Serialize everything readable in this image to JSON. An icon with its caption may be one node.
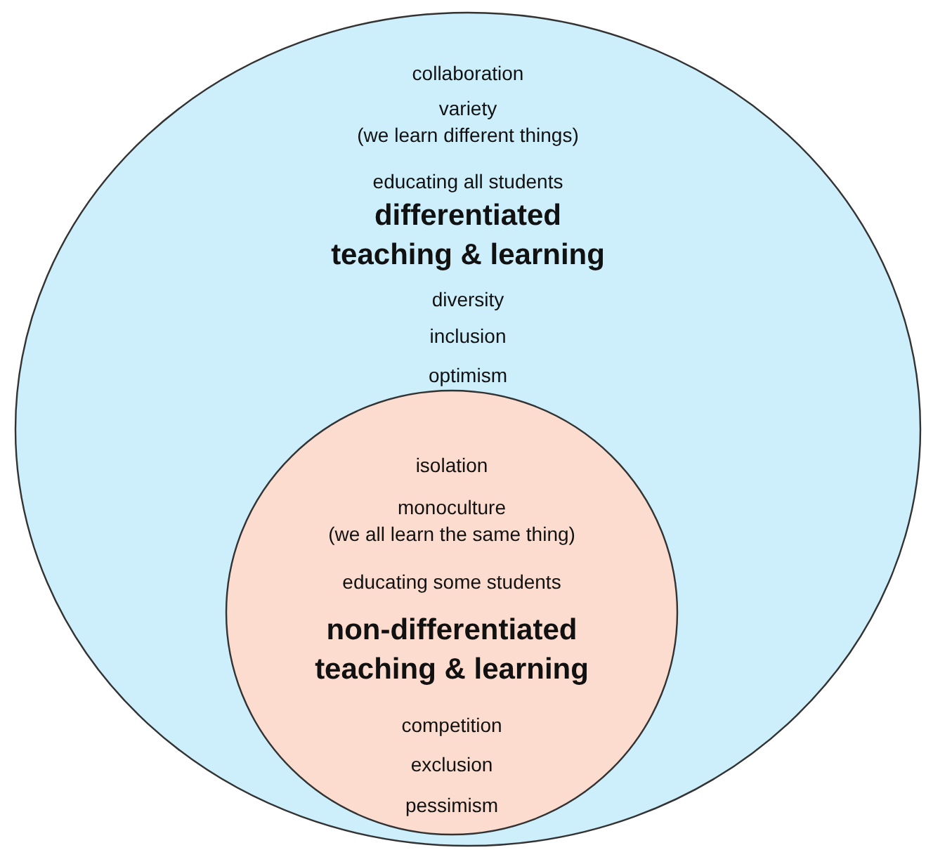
{
  "diagram": {
    "nodes": [
      {
        "text": [
          "collaboration",
          "variety (we learn different things)",
          "educating all students",
          "differentiated teaching & learning",
          "diversity",
          "inclusion",
          "optimism"
        ]
      },
      {
        "text": [
          "isolation",
          "monoculture (we all learn the same thing)",
          "educating some students",
          "non-differentiated teaching & learning",
          "competition",
          "exclusion",
          "pessimism"
        ],
        "in": 0
      }
    ]
  }
}
